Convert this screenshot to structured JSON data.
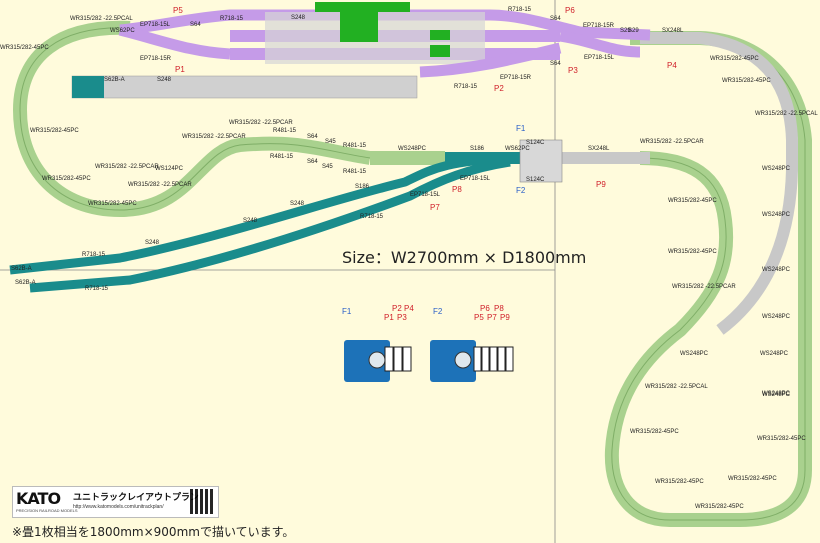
{
  "size_label": "Size：W2700mm × D1800mm",
  "footer_note": "※畳1枚相当を1800mm×900mmで描いています。",
  "brand": {
    "logo": "KATO",
    "logo_sub": "PRECISION RAILROAD MODELS",
    "title": "ユニトラックレイアウトプラン",
    "url": "http://www.katomodels.com/unitrackplan/"
  },
  "colors": {
    "background": "#fffbdc",
    "green_track": "#a9d18e",
    "gray_track": "#c8c8c8",
    "purple_track": "#c59be8",
    "teal_track": "#1a8c8c",
    "green_structure": "#22b022",
    "point_label": "#d0202a",
    "feeder_label": "#2b60c8"
  },
  "points": [
    "P1",
    "P2",
    "P3",
    "P4",
    "P5",
    "P6",
    "P7",
    "P8",
    "P9"
  ],
  "feeders": [
    "F1",
    "F2"
  ],
  "controllers": [
    {
      "feeder": "F1",
      "points": [
        "P1",
        "P2",
        "P3",
        "P4"
      ]
    },
    {
      "feeder": "F2",
      "points": [
        "P5",
        "P6",
        "P7",
        "P8",
        "P9"
      ]
    }
  ],
  "track_labels": {
    "t1": "WR315/282 -22.5PCAL",
    "t2": "WS62PC",
    "t3": "EP718-15L",
    "t4": "S64",
    "t5": "R718-15",
    "t6": "S248",
    "t7": "R718-15",
    "t8": "S64",
    "t9": "EP718-15R",
    "t10": "S29",
    "t11": "S29",
    "t12": "SX248L",
    "t13": "WR315/282-45PC",
    "t14": "EP718-15R",
    "t15": "S64",
    "t16": "EP718-15L",
    "t17": "S62B-A",
    "t18": "S248",
    "t19": "EP718-15R",
    "t20": "R718-15",
    "t21": "WR315/282-45PC",
    "t22": "WR315/282 -22.5PCAR",
    "t23": "R481-15",
    "t24": "S64",
    "t25": "S45",
    "t26": "R481-15",
    "t27": "WS248PC",
    "t28": "S186",
    "t29": "WS62PC",
    "t30": "S124C",
    "t31": "SX248L",
    "t32": "WR315/282 -22.5PCAR",
    "t33": "WS124PC",
    "t34": "WR315/282 -22.5PCAR",
    "t35": "WR315/282-45PC",
    "t36": "R481-15",
    "t37": "S64",
    "t38": "S45",
    "t39": "R481-15",
    "t40": "S186",
    "t41": "EP718-15L",
    "t42": "R718-15",
    "t43": "EP718-15L",
    "t44": "S124C",
    "t45": "S248",
    "t46": "S248",
    "t47": "S248",
    "t48": "S62B-A",
    "t49": "R718-15",
    "t50": "S62B-A",
    "t51": "R718-15",
    "t52": "WR315/282-45PC",
    "t53": "WR315/282-45PC",
    "t54": "WR315/282 -22.5PCAR",
    "t55": "WS248PC",
    "t56": "WR315/282 -22.5PCAL",
    "t57": "WR315/282-45PC",
    "t58": "WR315/282-45PC",
    "t59": "WR315/282-45PC",
    "t60": "WS248PC",
    "t61": "WR315/282-45PC",
    "t62": "WR315/282 -22.5PCAR",
    "t63": "WS248PC",
    "t64": "WR315/282 -22.5PCAL",
    "t65": "WR315/282-45PC",
    "t66": "WR315/282-45PC",
    "t67": "WR315/282-45PC",
    "t68": "WR315/282-45PC",
    "t69": "WS248PC",
    "t70": "WS248PC",
    "t71": "WS248PC",
    "t72": "WS248PC",
    "t73": "WS248PC",
    "t74": "WR315/282 -22.5PCAR"
  }
}
